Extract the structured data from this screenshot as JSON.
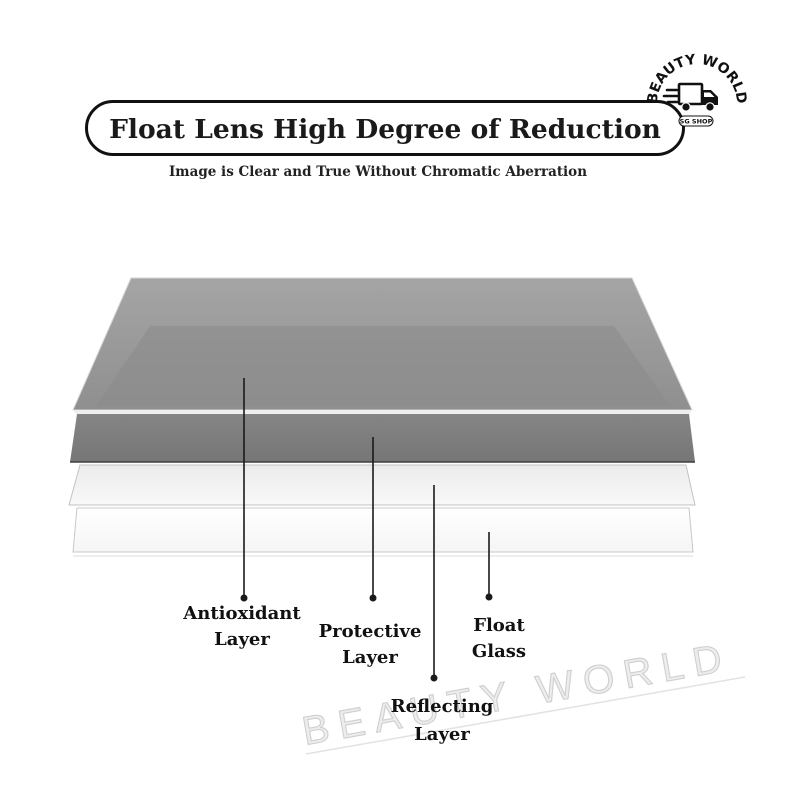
{
  "title": "Float Lens High Degree of Reduction",
  "subtitle": "Image is Clear and True Without Chromatic Aberration",
  "logo": {
    "brand": "BEAUTY WORLD",
    "tag": "SG SHOP",
    "icon": "delivery-truck-icon"
  },
  "watermark": "BEAUTY WORLD",
  "layers": [
    {
      "lines": [
        "Antioxidant",
        "Layer"
      ]
    },
    {
      "lines": [
        "Protective",
        "Layer"
      ]
    },
    {
      "lines": [
        "Reflecting",
        "Layer"
      ]
    },
    {
      "lines": [
        "Float",
        "Glass"
      ]
    }
  ],
  "colors": {
    "text": "#111111",
    "layer_1_top": "#a5a5a5",
    "layer_1_bottom": "#8f8f8f",
    "layer_1_inner": "#8a8a8a",
    "layer_2_top": "#858585",
    "layer_2_bottom": "#767676",
    "layer_3_top": "#ececec",
    "layer_3_bottom": "#f8f8f8",
    "layer_4_top": "#ffffff",
    "layer_4_bottom": "#f5f5f5",
    "watermark_fill": "#ededed",
    "watermark_stroke": "#cfcfcf"
  }
}
